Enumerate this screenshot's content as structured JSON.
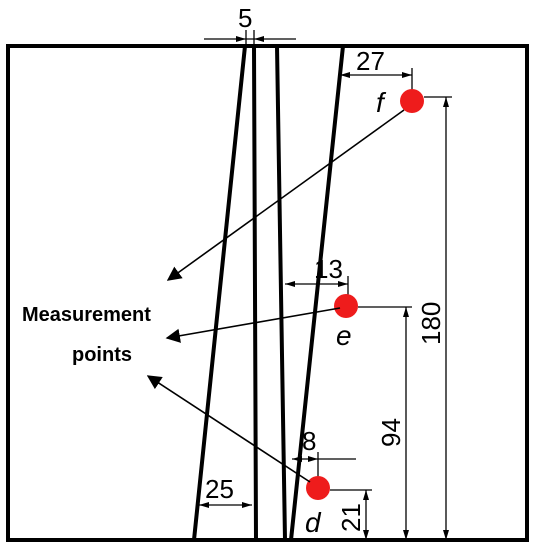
{
  "dimensions": {
    "top_gap": "5",
    "offset_f": "27",
    "offset_e": "13",
    "offset_d": "8",
    "bottom_width": "25",
    "height_f": "180",
    "height_e": "94",
    "height_d": "21"
  },
  "points": {
    "f": "f",
    "e": "e",
    "d": "d"
  },
  "caption": {
    "line1": "Measurement",
    "line2": "points"
  },
  "colors": {
    "point": "#ee1c1c",
    "line": "#000000"
  }
}
